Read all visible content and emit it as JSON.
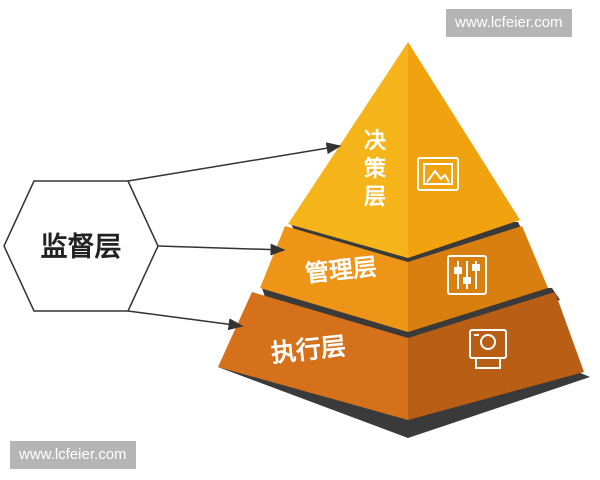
{
  "watermark_top": "www.lcfeier.com",
  "watermark_bottom": "www.lcfeier.com",
  "supervision": {
    "label": "监督层"
  },
  "layers": [
    {
      "label_lines": [
        "决",
        "策",
        "层"
      ],
      "icon": "picture-frame-icon",
      "color": "#f5b41a"
    },
    {
      "label": "管理层",
      "icon": "sliders-icon",
      "color": "#ee9416"
    },
    {
      "label": "执行层",
      "icon": "camera-printer-icon",
      "color": "#d5701b"
    }
  ],
  "colors": {
    "shadow": "#3a3a3a",
    "hex_border": "#333333",
    "arrow": "#333333"
  }
}
